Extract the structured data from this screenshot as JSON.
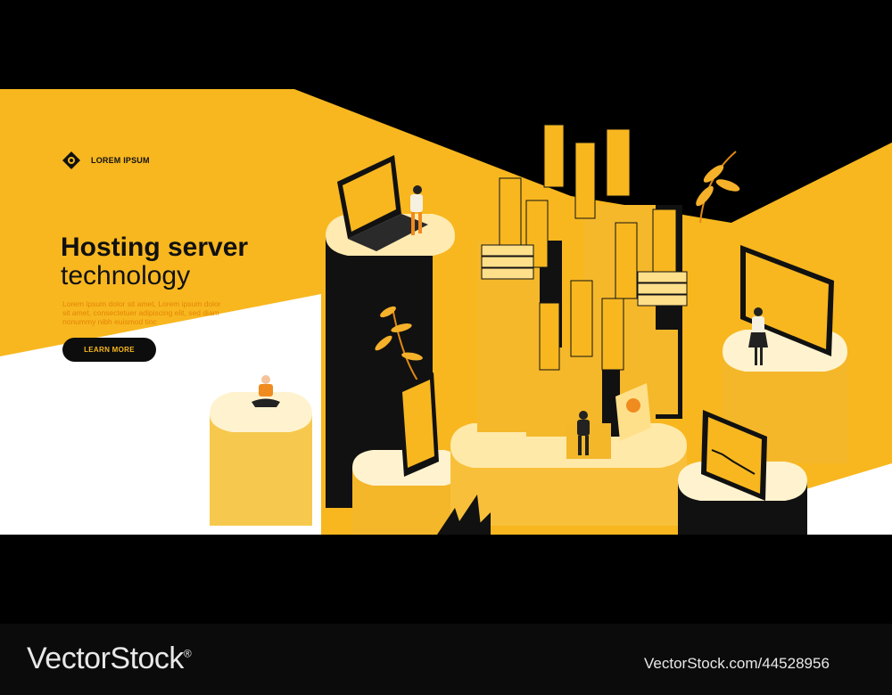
{
  "brand": {
    "name": "LOREM IPSUM"
  },
  "hero": {
    "title_line1": "Hosting server",
    "title_line2": "technology",
    "body": "Lorem ipsum dolor sit amet, Lorem ipsum dolor sit amet, consectetuer adipiscing elit, sed diam nonummy nibh euismod tinc",
    "cta_label": "LEARN MORE"
  },
  "watermark": {
    "brand": "VectorStock",
    "registered": "®",
    "url": "VectorStock.com/44528956"
  },
  "colors": {
    "accent": "#f8b71f",
    "dark": "#0d0d0d",
    "light": "#ffffff",
    "highlight": "#ffd56a"
  },
  "icons": [
    "logo-mark-icon",
    "leaf-icon",
    "grass-icon"
  ]
}
